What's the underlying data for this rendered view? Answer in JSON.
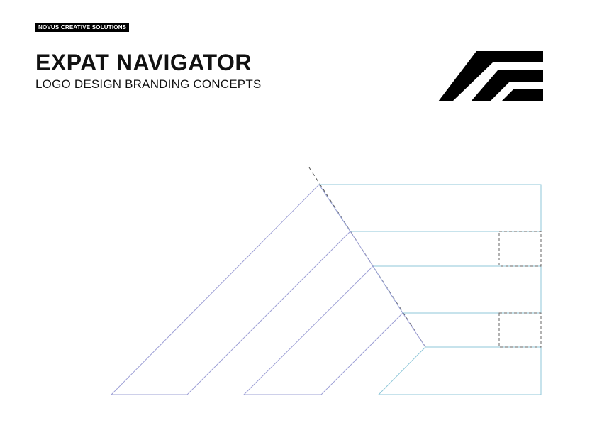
{
  "header": {
    "studio": "NOVUS CREATIVE SOLUTIONS",
    "title": "EXPAT NAVIGATOR",
    "subtitle": "LOGO DESIGN BRANDING CONCEPTS"
  },
  "colors": {
    "ink": "#000000",
    "construction_blue": "#8fc7d9",
    "construction_purple": "#9ea0d6",
    "guide_dash": "#555555"
  },
  "icons": {
    "logo": "stacked-stripes-logo-mark"
  }
}
